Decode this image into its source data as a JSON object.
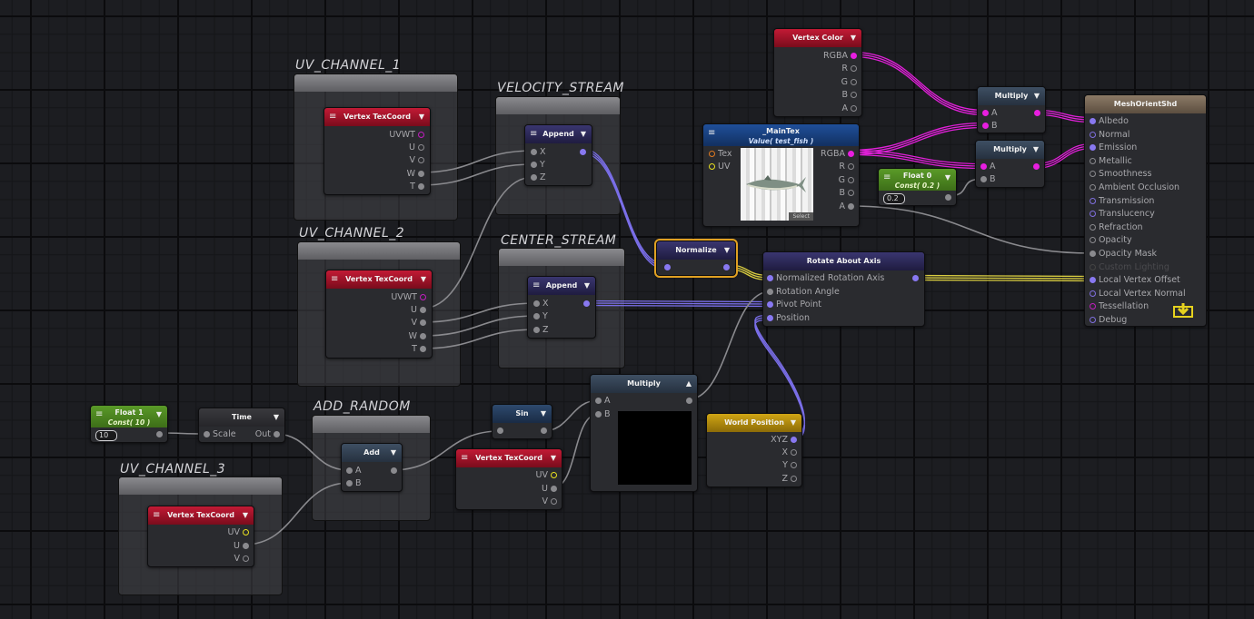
{
  "groups": {
    "uv_channel_1": "UV_CHANNEL_1",
    "velocity_stream": "VELOCITY_STREAM",
    "uv_channel_2": "UV_CHANNEL_2",
    "center_stream": "CENTER_STREAM",
    "add_random": "ADD_RANDOM",
    "uv_channel_3": "UV_CHANNEL_3"
  },
  "nodes": {
    "vtc1": {
      "title": "Vertex TexCoord",
      "outputs": [
        "UVWT",
        "U",
        "V",
        "W",
        "T"
      ]
    },
    "append1": {
      "title": "Append",
      "inputs": [
        "X",
        "Y",
        "Z"
      ]
    },
    "vtc2": {
      "title": "Vertex TexCoord",
      "outputs": [
        "UVWT",
        "U",
        "V",
        "W",
        "T"
      ]
    },
    "append2": {
      "title": "Append",
      "inputs": [
        "X",
        "Y",
        "Z"
      ]
    },
    "vertex_color": {
      "title": "Vertex Color",
      "outputs": [
        "RGBA",
        "R",
        "G",
        "B",
        "A"
      ]
    },
    "maintex": {
      "title": "_MainTex",
      "subtitle": "Value( test_fish )",
      "inputs": [
        "Tex",
        "UV"
      ],
      "outputs": [
        "RGBA",
        "R",
        "G",
        "B",
        "A"
      ],
      "select_label": "Select",
      "preview_icon": "fish-texture"
    },
    "float0": {
      "title": "Float 0",
      "subtitle": "Const( 0.2 )",
      "value": "0.2"
    },
    "multiply1": {
      "title": "Multiply",
      "inputs": [
        "A",
        "B"
      ]
    },
    "multiply2": {
      "title": "Multiply",
      "inputs": [
        "A",
        "B"
      ]
    },
    "normalize": {
      "title": "Normalize"
    },
    "rotate": {
      "title": "Rotate About Axis",
      "inputs": [
        "Normalized Rotation Axis",
        "Rotation Angle",
        "Pivot Point",
        "Position"
      ]
    },
    "master": {
      "title": "MeshOrientShd",
      "inputs": [
        "Albedo",
        "Normal",
        "Emission",
        "Metallic",
        "Smoothness",
        "Ambient Occlusion",
        "Transmission",
        "Translucency",
        "Refraction",
        "Opacity",
        "Opacity Mask",
        "Custom Lighting",
        "Local Vertex Offset",
        "Local Vertex Normal",
        "Tessellation",
        "Debug"
      ]
    },
    "float1": {
      "title": "Float 1",
      "subtitle": "Const( 10 )",
      "value": "10"
    },
    "time": {
      "title": "Time",
      "input": "Scale",
      "output": "Out"
    },
    "add": {
      "title": "Add",
      "inputs": [
        "A",
        "B"
      ]
    },
    "vtc3": {
      "title": "Vertex TexCoord",
      "outputs": [
        "UV",
        "U",
        "V"
      ]
    },
    "sin": {
      "title": "Sin"
    },
    "vtc4": {
      "title": "Vertex TexCoord",
      "outputs": [
        "UV",
        "U",
        "V"
      ]
    },
    "multiply3": {
      "title": "Multiply",
      "inputs": [
        "A",
        "B"
      ]
    },
    "world_position": {
      "title": "World Position",
      "outputs": [
        "XYZ",
        "X",
        "Y",
        "Z"
      ]
    }
  },
  "colors": {
    "wire_gray": "#8a8a8e",
    "wire_magenta": "#e020d8",
    "wire_purple": "#7a6ee8",
    "wire_yellow": "#d8cc40",
    "selection": "#e0a022",
    "texcoord_header": "#c21a35",
    "float_header": "#5a9a28",
    "world_position_header": "#d0a514"
  }
}
